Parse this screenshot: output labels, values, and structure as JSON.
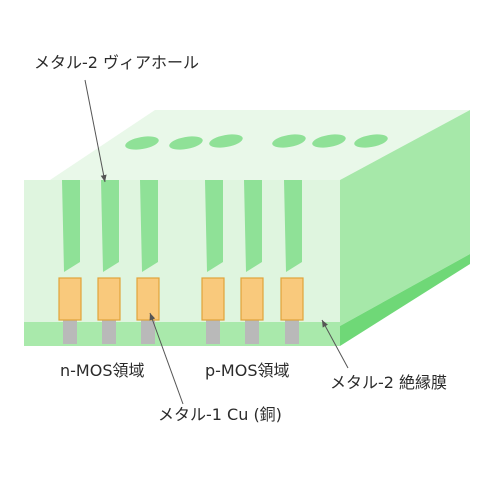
{
  "labels": {
    "via_hole": "メタル-2 ヴィアホール",
    "n_mos": "n-MOS領域",
    "p_mos": "p-MOS領域",
    "insulator": "メタル-2 絶縁膜",
    "metal1": "メタル-1 Cu (銅)"
  },
  "colors": {
    "front_face": "#dff5df",
    "top_face": "#e9f8e9",
    "side_face": "#a6e8a9",
    "bottom_layer": "#a9e9ab",
    "bottom_side": "#6fd877",
    "via_fill": "#8fe197",
    "metal_fill": "#f9c97c",
    "metal_stroke": "#e0a33a",
    "stem_fill": "#b9b9b9",
    "arrow": "#555555"
  }
}
